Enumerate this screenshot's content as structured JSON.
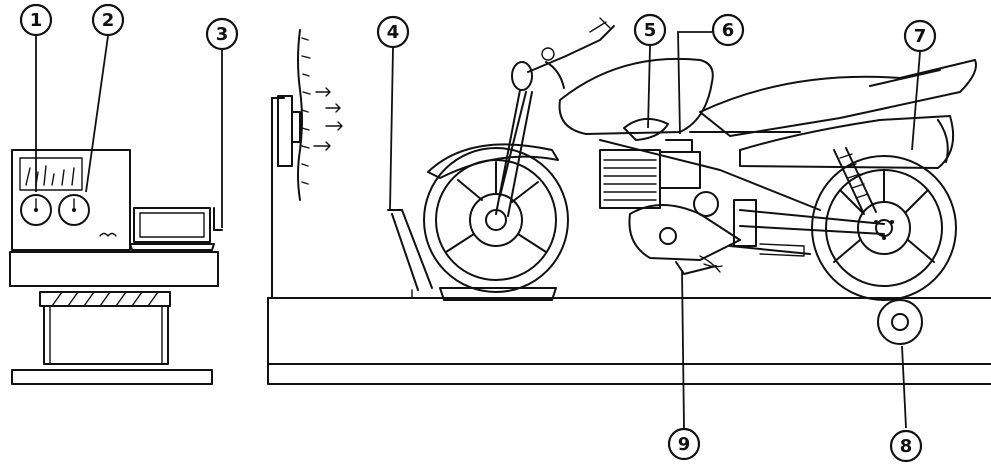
{
  "callouts": [
    {
      "id": "1",
      "label": "1"
    },
    {
      "id": "2",
      "label": "2"
    },
    {
      "id": "3",
      "label": "3"
    },
    {
      "id": "4",
      "label": "4"
    },
    {
      "id": "5",
      "label": "5"
    },
    {
      "id": "6",
      "label": "6"
    },
    {
      "id": "7",
      "label": "7"
    },
    {
      "id": "8",
      "label": "8"
    },
    {
      "id": "9",
      "label": "9"
    }
  ],
  "icons": [
    "gauge-icon",
    "laptop-icon",
    "fan-icon",
    "motorcycle-icon",
    "roller-icon"
  ]
}
